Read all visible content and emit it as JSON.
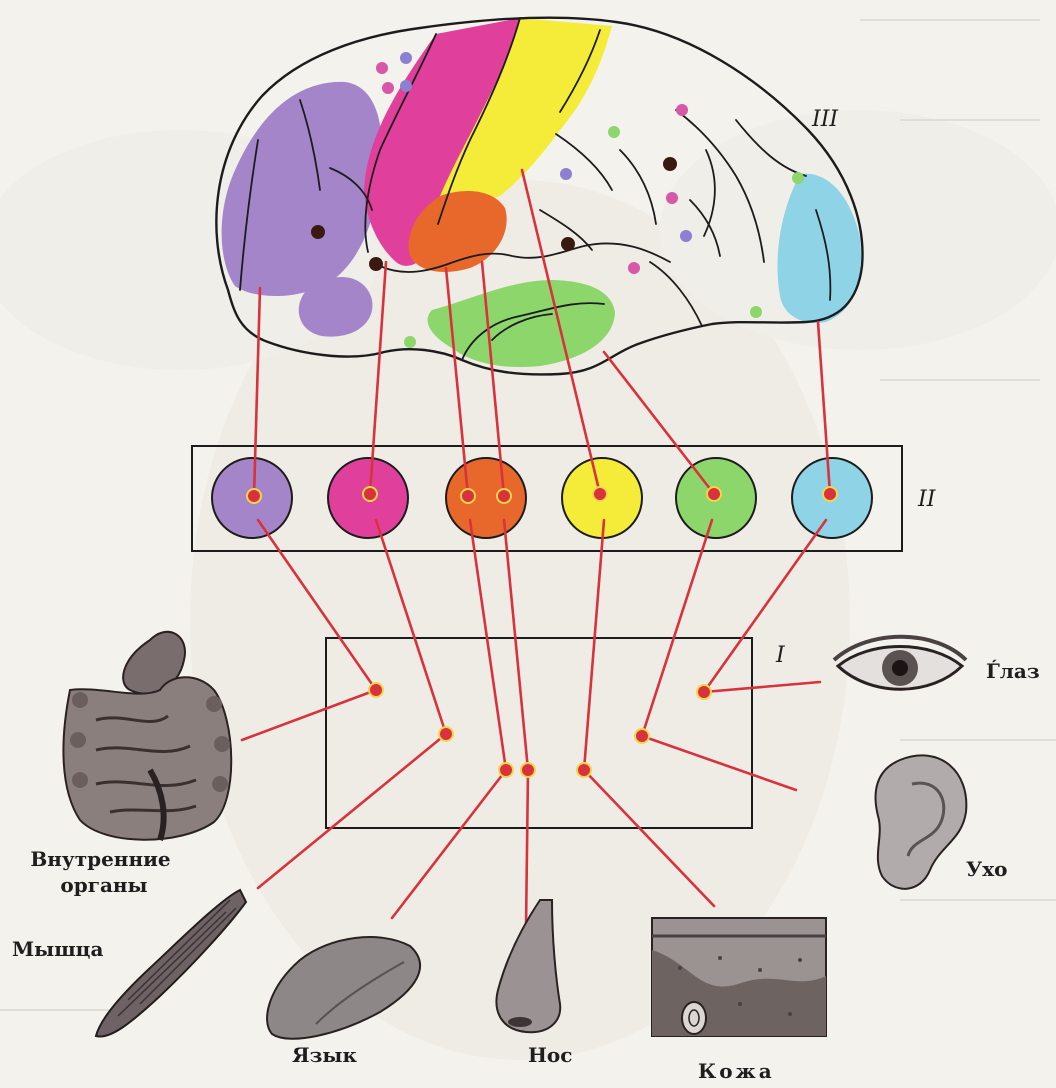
{
  "levels": {
    "cortex": "III",
    "subcortex": "II",
    "receptors": "I"
  },
  "organs": {
    "internal": [
      "Внутренние",
      "органы"
    ],
    "muscle": "Мышца",
    "tongue": "Язык",
    "nose": "Нос",
    "skin": "Кожа",
    "ear": "Ухо",
    "eye": "Ѓлаз"
  },
  "zone_colors": {
    "internal": "#a585c9",
    "motor": "#e0409b",
    "taste": "#e8682c",
    "skin": "#f5ec3a",
    "hearing": "#8cd66c",
    "vision": "#8fd3e6"
  },
  "pathway_color": "#d8323c"
}
